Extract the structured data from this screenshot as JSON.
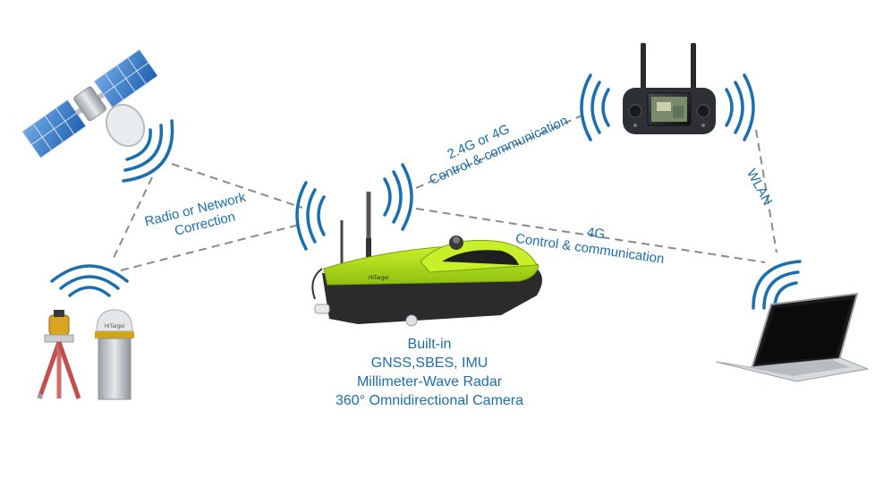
{
  "labels": {
    "radio_line1": "Radio or Network",
    "radio_line2": "Correction",
    "link_24_line1": "2.4G or 4G",
    "link_24_line2": "Control & communication",
    "link_4g_line1": "4G",
    "link_4g_line2": "Control & communication",
    "wlan": "WLAN"
  },
  "boat_features": [
    "Built-in",
    "GNSS,SBES, IMU",
    "Millimeter-Wave Radar",
    "360° Omnidirectional Camera"
  ],
  "colors": {
    "text": "#1a6fb0",
    "signal": "#1a6fb0",
    "dashed_line": "#8a8a8a",
    "boat_hull_accent": "#b6e21f",
    "boat_hull_dark": "#2b2b2b"
  },
  "icons": [
    "satellite-icon",
    "gnss-base-station-icon",
    "surveying-boat-icon",
    "remote-controller-icon",
    "laptop-icon"
  ]
}
